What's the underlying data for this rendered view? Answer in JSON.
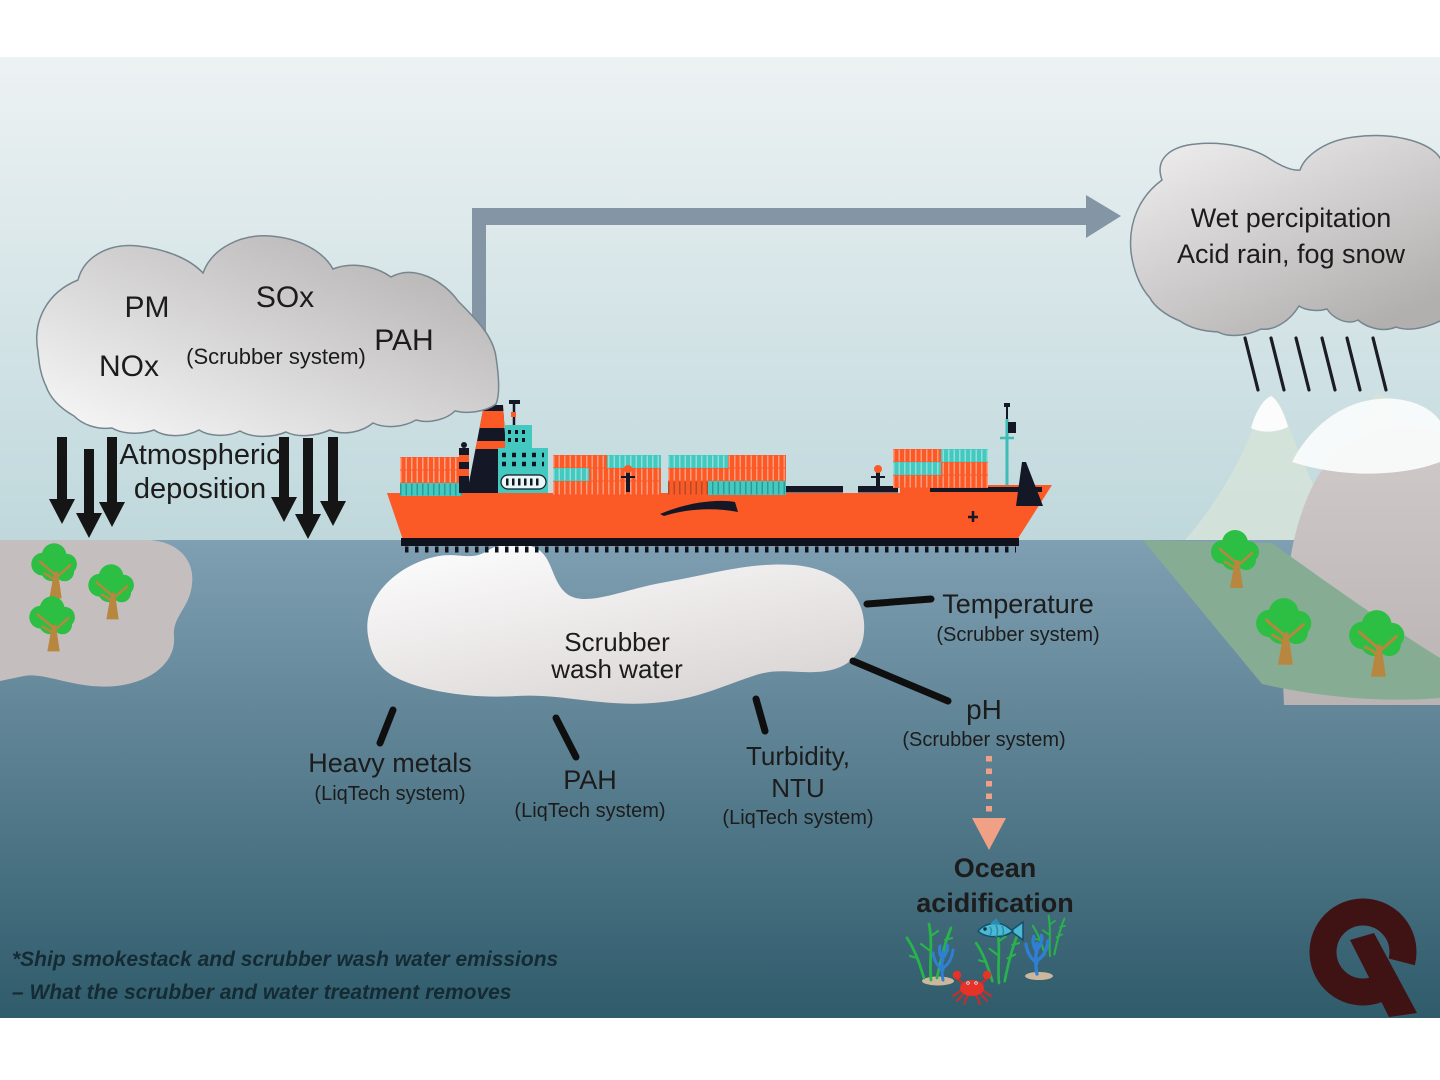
{
  "emissions_cloud": {
    "pm": "PM",
    "sox": "SOx",
    "nox": "NOx",
    "pah": "PAH",
    "system_note": "(Scrubber system)"
  },
  "atmospheric_deposition": {
    "line1": "Atmospheric",
    "line2": "deposition"
  },
  "precipitation_cloud": {
    "line1": "Wet percipitation",
    "line2": "Acid rain, fog snow"
  },
  "wash_water_cloud": {
    "line1": "Scrubber",
    "line2": "wash water"
  },
  "callouts": {
    "heavy_metals": {
      "title": "Heavy metals",
      "system": "(LiqTech system)"
    },
    "pah": {
      "title": "PAH",
      "system": "(LiqTech system)"
    },
    "turbidity": {
      "title_line1": "Turbidity,",
      "title_line2": "NTU",
      "system": "(LiqTech system)"
    },
    "temperature": {
      "title": "Temperature",
      "system": "(Scrubber system)"
    },
    "ph": {
      "title": "pH",
      "system": "(Scrubber system)"
    }
  },
  "ocean_acidification": {
    "line1": "Ocean",
    "line2": "acidification"
  },
  "footnote": {
    "line1": "*Ship smokestack and scrubber wash water emissions",
    "line2": "– What the scrubber and water treatment removes"
  },
  "logo": {
    "letter": "Q"
  },
  "colors": {
    "sky_top": "#edf2f3",
    "sky_bottom": "#bfd8dc",
    "ocean_top": "#7f9fb2",
    "ocean_bottom": "#2f5b6b",
    "cloud_light": "#f7f7f7",
    "cloud_dark": "#b0adad",
    "smoke_arrow": "#8496a5",
    "deposition_arrow": "#151515",
    "ship_hull_orange": "#fb5a27",
    "ship_teal": "#43c9c0",
    "ship_dark_navy": "#141726",
    "wash_water_white": "#ffffff",
    "connector_black": "#0f0f0f",
    "acidification_arrow_salmon": "#f0a185",
    "tree_green": "#2dbe44",
    "tree_trunk": "#b8873f",
    "island_gray": "#c5bebe",
    "shore_green": "#87ac94",
    "mountain_gray": "#c6c0c0",
    "pale_mountain": "#d4e3d9",
    "seaweed_green": "#28b44a",
    "coral_blue": "#2f80d5",
    "fish_teal": "#4ab9d2",
    "crab_red": "#e63229",
    "sand_tan": "#cbb79b",
    "rain_black": "#1c1d24",
    "logo_maroon": "#3f1214",
    "text_dark": "#1c1c1c"
  }
}
